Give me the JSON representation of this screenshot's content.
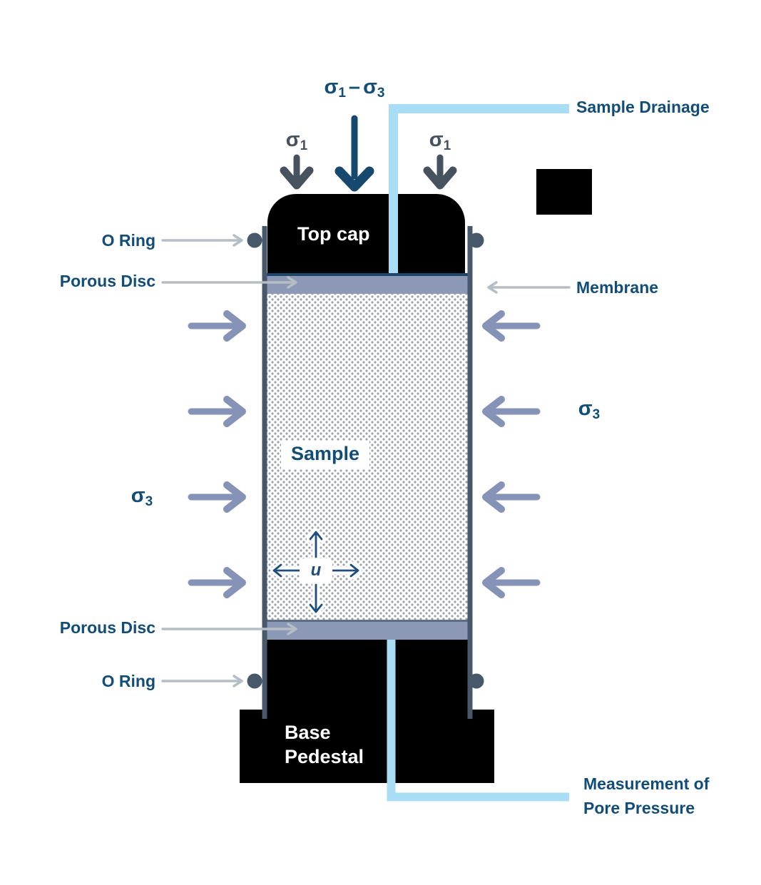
{
  "labels": {
    "sample_drainage": "Sample Drainage",
    "o_ring": "O Ring",
    "porous_disc": "Porous Disc",
    "membrane": "Membrane",
    "top_cap": "Top cap",
    "sample": "Sample",
    "pore_pressure_u": "u",
    "base_pedestal_line1": "Base",
    "base_pedestal_line2": "Pedestal",
    "measurement_line1": "Measurement of",
    "measurement_line2": "Pore Pressure"
  },
  "stress": {
    "sigma": "σ",
    "sub_axial": "1",
    "sub_radial": "3",
    "minus": "–"
  },
  "colors": {
    "label_navy": "#124d78",
    "deviator_arrow_navy": "#17496e",
    "axial_arrow_slate": "#46535f",
    "membrane_slate": "#46586a",
    "radial_arrow_steel": "#8493b6",
    "porous_disc_fill": "#8b99b7",
    "drainage_tube_blue": "#a9dcf5",
    "leader_gray": "#b5bdc5",
    "component_black": "#000000",
    "sample_stipple_gray": "#9aa1a8"
  }
}
